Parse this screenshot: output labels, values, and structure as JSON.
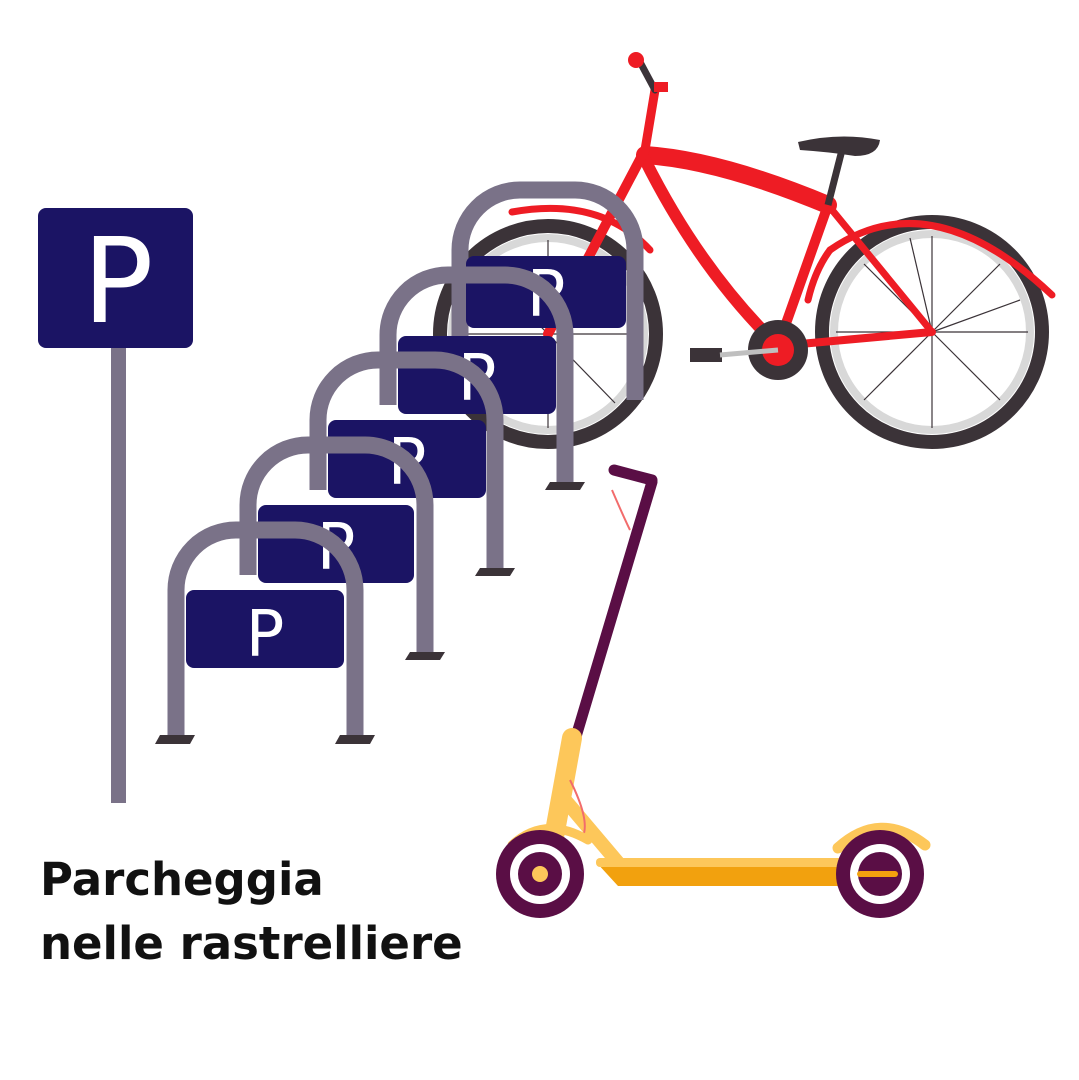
{
  "sign": {
    "letter": "P"
  },
  "rack": {
    "plate_letter": "P"
  },
  "caption": {
    "line1": "Parcheggia",
    "line2": "nelle rastrelliere"
  },
  "colors": {
    "sign_blue": "#1b1464",
    "rack_gray": "#7a7288",
    "bike_red": "#ee1c24",
    "tire_dark": "#3b3338",
    "scooter_yellow": "#fdc75a",
    "scooter_orange": "#f2a10e",
    "scooter_purple": "#5a0e45"
  },
  "icons": [
    "parking-sign-icon",
    "bike-rack-icon",
    "bicycle-icon",
    "kick-scooter-icon"
  ]
}
